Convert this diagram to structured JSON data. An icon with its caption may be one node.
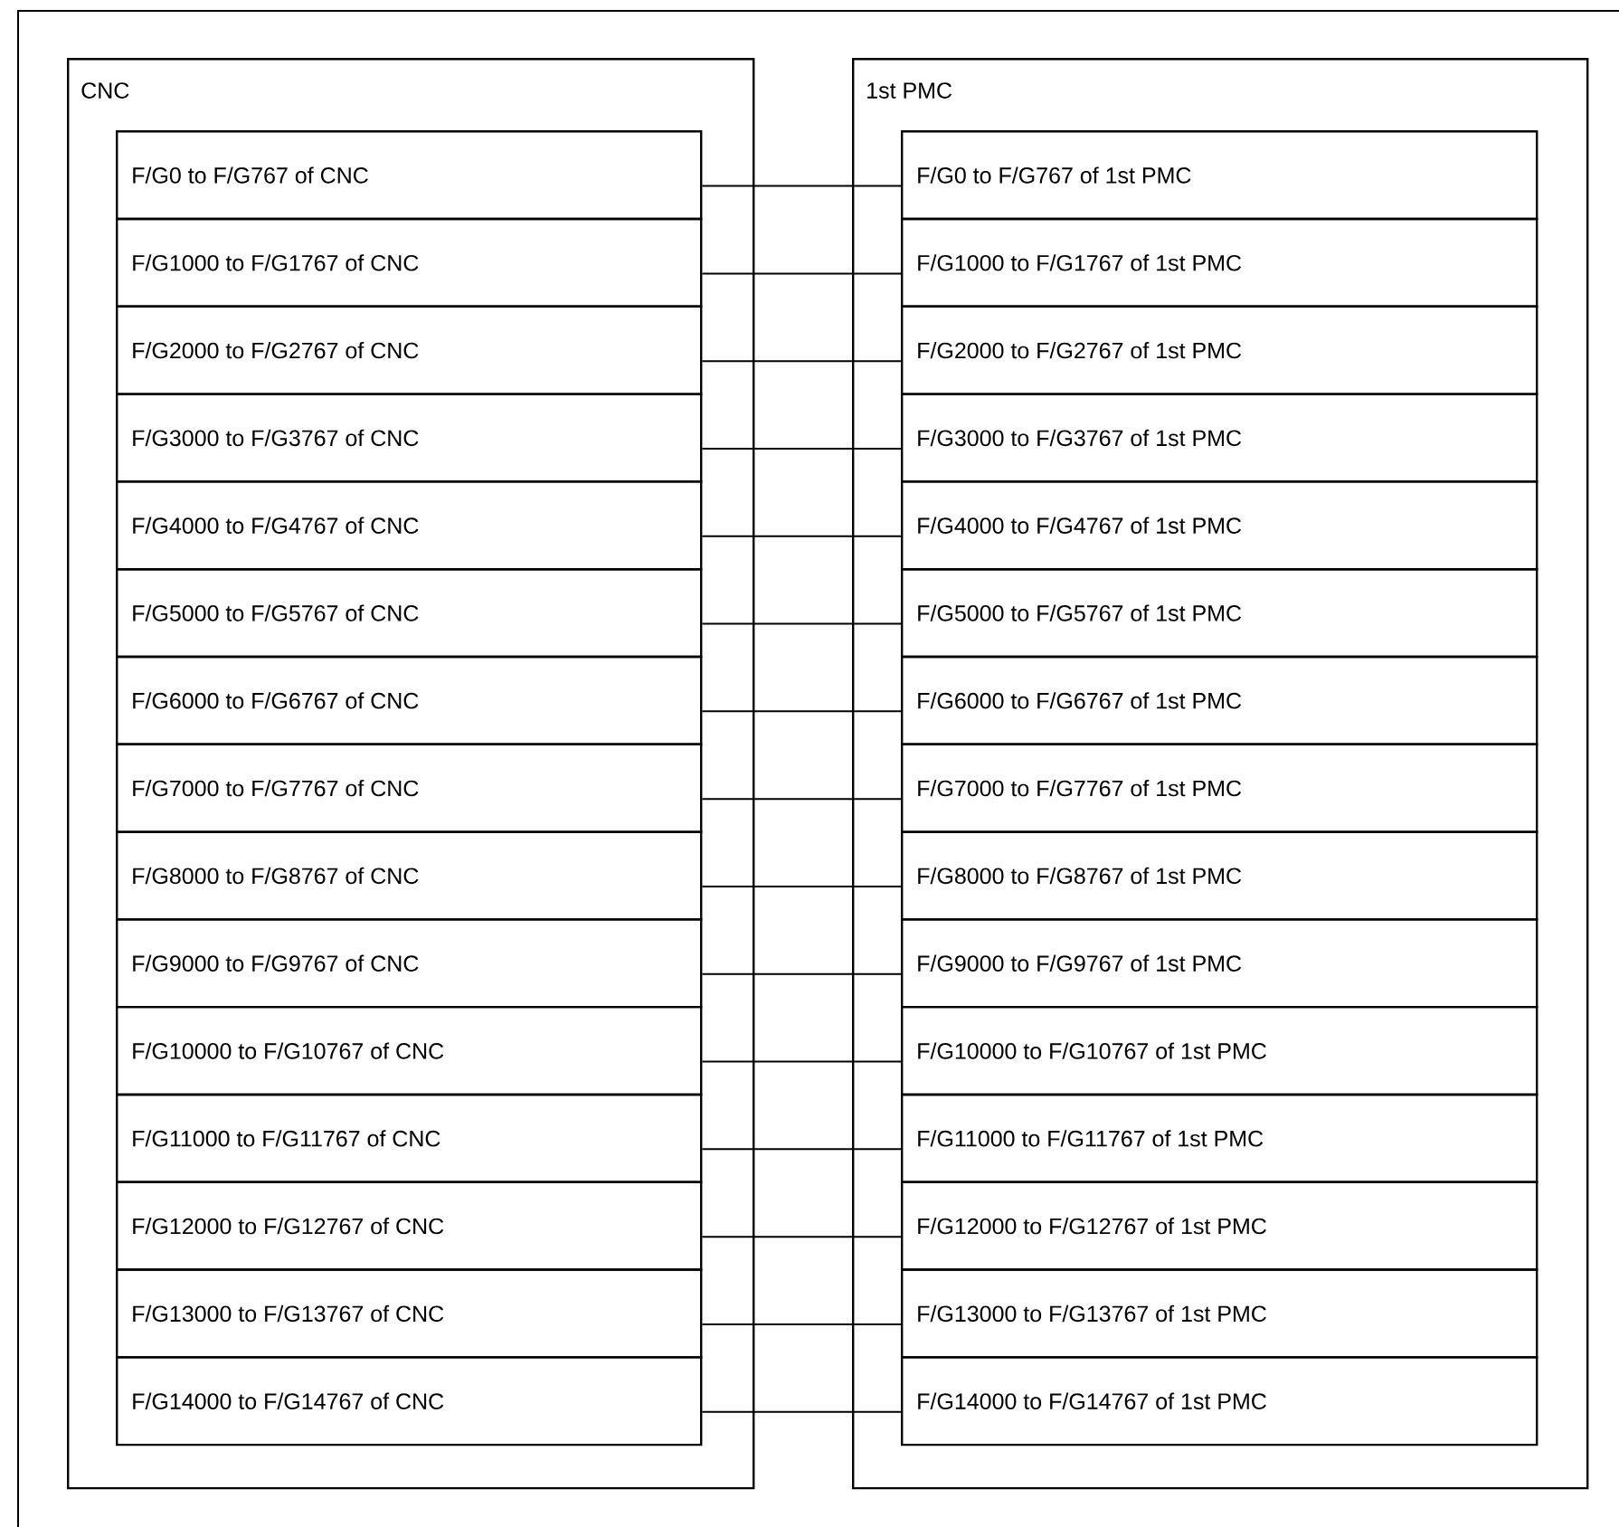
{
  "diagram": {
    "nodes": [
      {
        "text": [
          "CNC"
        ]
      },
      {
        "text": [
          "F/G0 to F/G767 of CNC"
        ],
        "in": 0
      },
      {
        "text": [
          "F/G1000 to F/G1767 of CNC"
        ],
        "in": 0
      },
      {
        "text": [
          "F/G2000 to F/G2767 of CNC"
        ],
        "in": 0
      },
      {
        "text": [
          "F/G3000 to F/G3767 of CNC"
        ],
        "in": 0
      },
      {
        "text": [
          "F/G4000 to F/G4767 of CNC"
        ],
        "in": 0
      },
      {
        "text": [
          "F/G5000 to F/G5767 of CNC"
        ],
        "in": 0
      },
      {
        "text": [
          "F/G6000 to F/G6767 of CNC"
        ],
        "in": 0
      },
      {
        "text": [
          "F/G7000 to F/G7767 of CNC"
        ],
        "in": 0
      },
      {
        "text": [
          "F/G8000 to F/G8767 of CNC"
        ],
        "in": 0
      },
      {
        "text": [
          "F/G9000 to F/G9767 of CNC"
        ],
        "in": 0
      },
      {
        "text": [
          "F/G10000 to F/G10767 of CNC"
        ],
        "in": 0
      },
      {
        "text": [
          "F/G11000 to F/G11767 of CNC"
        ],
        "in": 0
      },
      {
        "text": [
          "F/G12000 to F/G12767 of CNC"
        ],
        "in": 0
      },
      {
        "text": [
          "F/G13000 to F/G13767 of CNC"
        ],
        "in": 0
      },
      {
        "text": [
          "F/G14000 to F/G14767 of CNC"
        ],
        "in": 0
      },
      {
        "text": [
          "1st PMC"
        ]
      },
      {
        "text": [
          "F/G0 to F/G767 of 1st PMC"
        ],
        "in": 16
      },
      {
        "text": [
          "F/G1000 to F/G1767 of 1st PMC"
        ],
        "in": 16
      },
      {
        "text": [
          "F/G2000 to F/G2767 of 1st PMC"
        ],
        "in": 16
      },
      {
        "text": [
          "F/G3000 to F/G3767 of 1st PMC"
        ],
        "in": 16
      },
      {
        "text": [
          "F/G4000 to F/G4767 of 1st PMC"
        ],
        "in": 16
      },
      {
        "text": [
          "F/G5000 to F/G5767 of 1st PMC"
        ],
        "in": 16
      },
      {
        "text": [
          "F/G6000 to F/G6767 of 1st PMC"
        ],
        "in": 16
      },
      {
        "text": [
          "F/G7000 to F/G7767 of 1st PMC"
        ],
        "in": 16
      },
      {
        "text": [
          "F/G8000 to F/G8767 of 1st PMC"
        ],
        "in": 16
      },
      {
        "text": [
          "F/G9000 to F/G9767 of 1st PMC"
        ],
        "in": 16
      },
      {
        "text": [
          "F/G10000 to F/G10767 of 1st PMC"
        ],
        "in": 16
      },
      {
        "text": [
          "F/G11000 to F/G11767 of 1st PMC"
        ],
        "in": 16
      },
      {
        "text": [
          "F/G12000 to F/G12767 of 1st PMC"
        ],
        "in": 16
      },
      {
        "text": [
          "F/G13000 to F/G13767 of 1st PMC"
        ],
        "in": 16
      },
      {
        "text": [
          "F/G14000 to F/G14767 of 1st PMC"
        ],
        "in": 16
      }
    ],
    "edges": [
      {
        "from": 1,
        "to": 17,
        "arrow": "none"
      },
      {
        "from": 2,
        "to": 18,
        "arrow": "none"
      },
      {
        "from": 3,
        "to": 19,
        "arrow": "none"
      },
      {
        "from": 4,
        "to": 20,
        "arrow": "none"
      },
      {
        "from": 5,
        "to": 21,
        "arrow": "none"
      },
      {
        "from": 6,
        "to": 22,
        "arrow": "none"
      },
      {
        "from": 7,
        "to": 23,
        "arrow": "none"
      },
      {
        "from": 8,
        "to": 24,
        "arrow": "none"
      },
      {
        "from": 9,
        "to": 25,
        "arrow": "none"
      },
      {
        "from": 10,
        "to": 26,
        "arrow": "none"
      },
      {
        "from": 11,
        "to": 27,
        "arrow": "none"
      },
      {
        "from": 12,
        "to": 28,
        "arrow": "none"
      },
      {
        "from": 13,
        "to": 29,
        "arrow": "none"
      },
      {
        "from": 14,
        "to": 30,
        "arrow": "none"
      },
      {
        "from": 15,
        "to": 31,
        "arrow": "none"
      }
    ]
  }
}
